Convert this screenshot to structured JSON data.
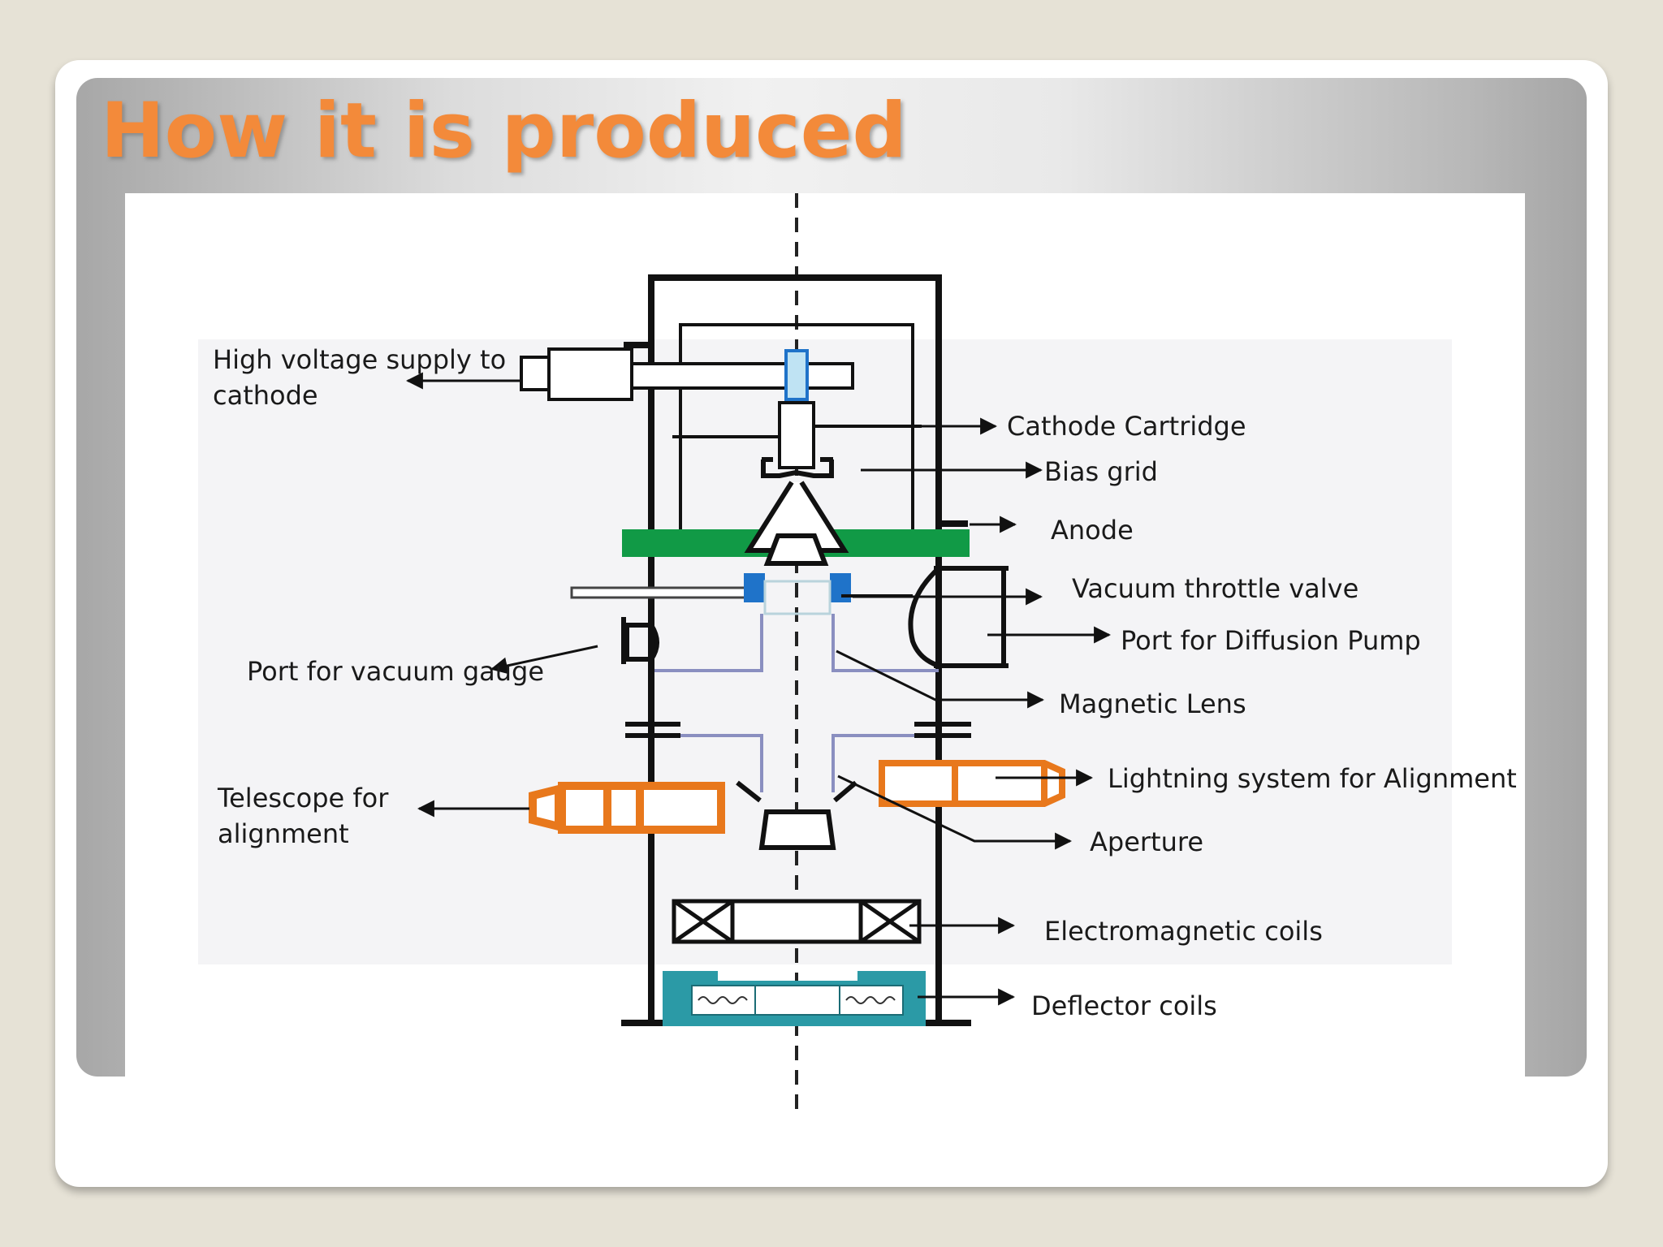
{
  "title": "How it is produced",
  "labels": {
    "high_voltage_line1": "High voltage supply to",
    "high_voltage_line2": "cathode",
    "cathode_cartridge": "Cathode Cartridge",
    "bias_grid": "Bias grid",
    "anode": "Anode",
    "vacuum_throttle_valve": "Vacuum throttle valve",
    "port_diffusion_pump": "Port for Diffusion Pump",
    "port_vacuum_gauge": "Port for vacuum gauge",
    "magnetic_lens": "Magnetic Lens",
    "telescope_line1": "Telescope for",
    "telescope_line2": "alignment",
    "lightning_system": "Lightning system for Alignment",
    "aperture": "Aperture",
    "electromagnetic_coils": "Electromagnetic coils",
    "deflector_coils": "Deflector coils"
  },
  "colors": {
    "title": "#f38a3a",
    "anode": "#119a46",
    "optics_orange": "#e8781c",
    "throttle_valve_blue": "#1f73c9",
    "deflector_teal": "#2b9aa6",
    "lens_lines": "#8a8fc0"
  }
}
